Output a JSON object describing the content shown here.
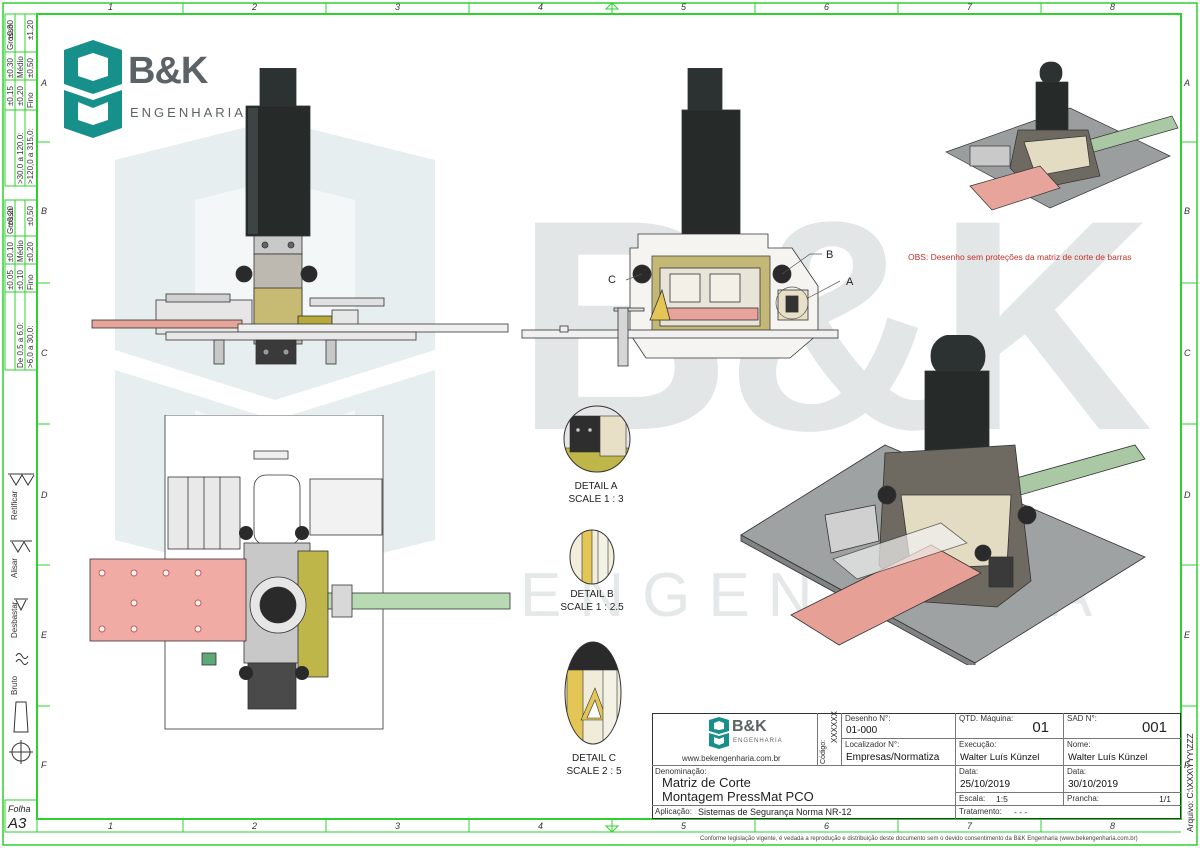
{
  "sheet": {
    "col_labels": [
      "1",
      "2",
      "3",
      "4",
      "5",
      "6",
      "7",
      "8"
    ],
    "row_labels": [
      "A",
      "B",
      "C",
      "D",
      "E",
      "F"
    ],
    "folha_label": "Folha",
    "folha_value": "A3",
    "arquivo_label": "Arquivo:",
    "arquivo_value": "C:\\XXX\\YYY\\ZZZ",
    "footer_notice": "Conforme legislação vigente, é vedada a reprodução e distribuição deste documento sem o devido consentimento da B&K Engenharia (www.bekengenharia.com.br)"
  },
  "tolerances": {
    "top_headers": [
      "Grosso",
      "Médio",
      "Fino"
    ],
    "top_rows": [
      {
        "range": ">30,0 a 120,0:",
        "values": [
          "±0,15",
          "±0,30",
          "±0,80"
        ]
      },
      {
        "range": ">120,0 a 315,0:",
        "values": [
          "±0,20",
          "±0,50",
          "±1,20"
        ]
      }
    ],
    "bottom_headers": [
      "Grosso",
      "Médio",
      "Fino"
    ],
    "bottom_rows": [
      {
        "range": "De 0,5 a 6,0:",
        "values": [
          "±0,05",
          "±0,10",
          "±0,20"
        ]
      },
      {
        "range": ">6,0 a 30,0:",
        "values": [
          "±0,10",
          "±0,20",
          "±0,50"
        ]
      }
    ]
  },
  "finish_symbols": [
    {
      "label": "Retificar"
    },
    {
      "label": "Alisar"
    },
    {
      "label": "Desbastar"
    },
    {
      "label": "Bruto"
    }
  ],
  "logo": {
    "brand": "B&K",
    "tagline": "ENGENHARIA",
    "watermark_brand": "B&K",
    "watermark_tagline": "ENGENHARIA"
  },
  "note": {
    "text": "OBS: Desenho sem proteções da matriz de corte de barras"
  },
  "callouts": {
    "a": "A",
    "b": "B",
    "c": "C"
  },
  "details": [
    {
      "title": "DETAIL A",
      "scale": "SCALE 1 : 3"
    },
    {
      "title": "DETAIL B",
      "scale": "SCALE 1 : 2.5"
    },
    {
      "title": "DETAIL C",
      "scale": "SCALE 2 : 5"
    }
  ],
  "title_block": {
    "website": "www.bekengenharia.com.br",
    "codigo_label": "Código:",
    "codigo_value": "XXXXXX",
    "desenho_label": "Desenho N°:",
    "desenho_value": "01-000",
    "localizador_label": "Localizador N°:",
    "localizador_value": "Empresas/Normatiza",
    "qtd_label": "QTD. Máquina:",
    "qtd_value": "01",
    "sad_label": "SAD N°:",
    "sad_value": "001",
    "execucao_label": "Execução:",
    "execucao_value": "Walter Luís Künzel",
    "nome_label": "Nome:",
    "nome_value": "Walter Luís Künzel",
    "data1_label": "Data:",
    "data1_value": "25/10/2019",
    "data2_label": "Data:",
    "data2_value": "30/10/2019",
    "escala_label": "Escala:",
    "escala_value": "1:5",
    "prancha_label": "Prancha:",
    "prancha_value": "1/1",
    "tratamento_label": "Tratamento:",
    "tratamento_value": "- - -",
    "denominacao_label": "Denominação:",
    "denominacao_line1": "Matriz de Corte",
    "denominacao_line2": "Montagem PressMat PCO",
    "aplicacao_label": "Aplicação:",
    "aplicacao_value": "Sistemas de Segurança Norma NR-12"
  },
  "colors": {
    "frame_green": "#2fd12f",
    "logo_teal": "#178f8a",
    "logo_gray": "#5c6366",
    "cylinder": "#262b2a",
    "copper": "#e7a49a",
    "olive": "#a79a2e",
    "note_red": "#c0312b"
  }
}
